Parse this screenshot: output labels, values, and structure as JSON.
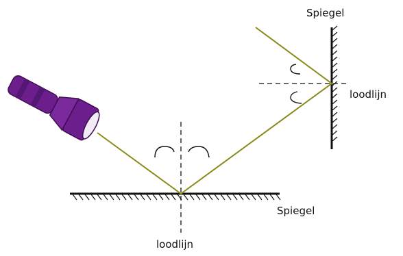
{
  "labels": {
    "mirror_right": "Spiegel",
    "normal_right": "loodlijn",
    "mirror_bottom": "Spiegel",
    "normal_bottom": "loodlijn"
  },
  "colors": {
    "ray": "#8a8a1a",
    "flashlight": "#6b1e8c",
    "flashlight_dark": "#3f0d55",
    "lens": "#f3ecf7",
    "mirror": "#111111"
  },
  "icons": {
    "flashlight": "flashlight-icon"
  }
}
